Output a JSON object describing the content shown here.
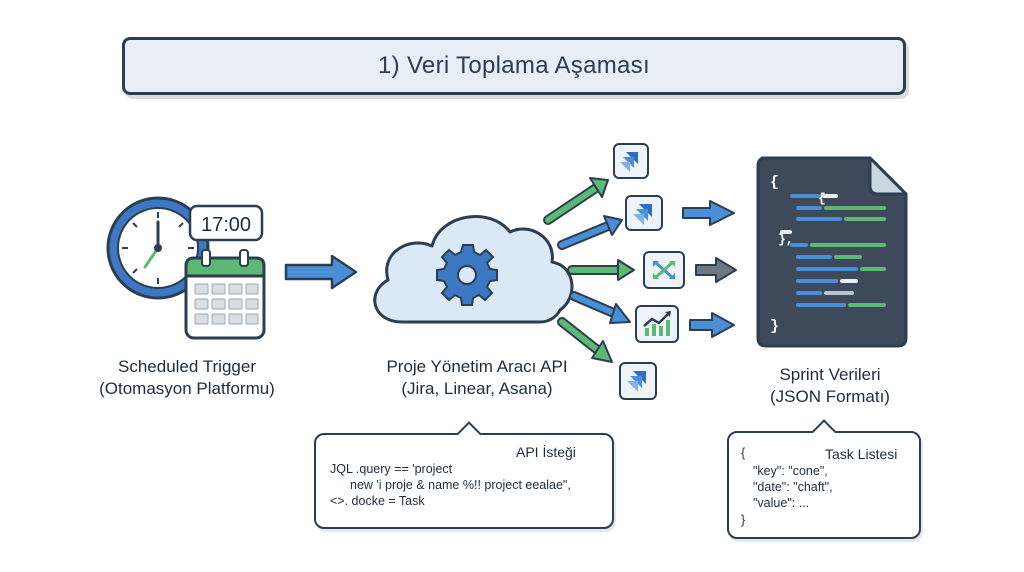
{
  "title": "1) Veri Toplama Aşaması",
  "clock": {
    "time": "17:00"
  },
  "trigger": {
    "line1": "Scheduled Trigger",
    "line2": "(Otomasyon Platformu)"
  },
  "api": {
    "line1": "Proje Yönetim Aracı API",
    "line2": "(Jira, Linear, Asana)"
  },
  "output": {
    "line1": "Sprint Verileri",
    "line2": "(JSON Formatı)"
  },
  "api_request": {
    "title": "API İsteği",
    "lines": [
      "JQL .query == 'project",
      "new 'i proje & name %!! project eealae\",",
      "<>. docke = Task"
    ]
  },
  "task_list": {
    "title": "Task Listesi",
    "lines": [
      "{",
      "\"key\": \"cone\",",
      "\"date\": \"chaft\",",
      "\"value\": ...",
      "}"
    ]
  },
  "json_doc": {
    "open": "{",
    "close": "}"
  },
  "colors": {
    "arrow_blue": "#4a8fd6",
    "arrow_green": "#5cb872",
    "arrow_gray": "#6d7882",
    "outline": "#2c3e50",
    "cloud": "#dbe9f6",
    "doc": "#3e4a5a"
  }
}
